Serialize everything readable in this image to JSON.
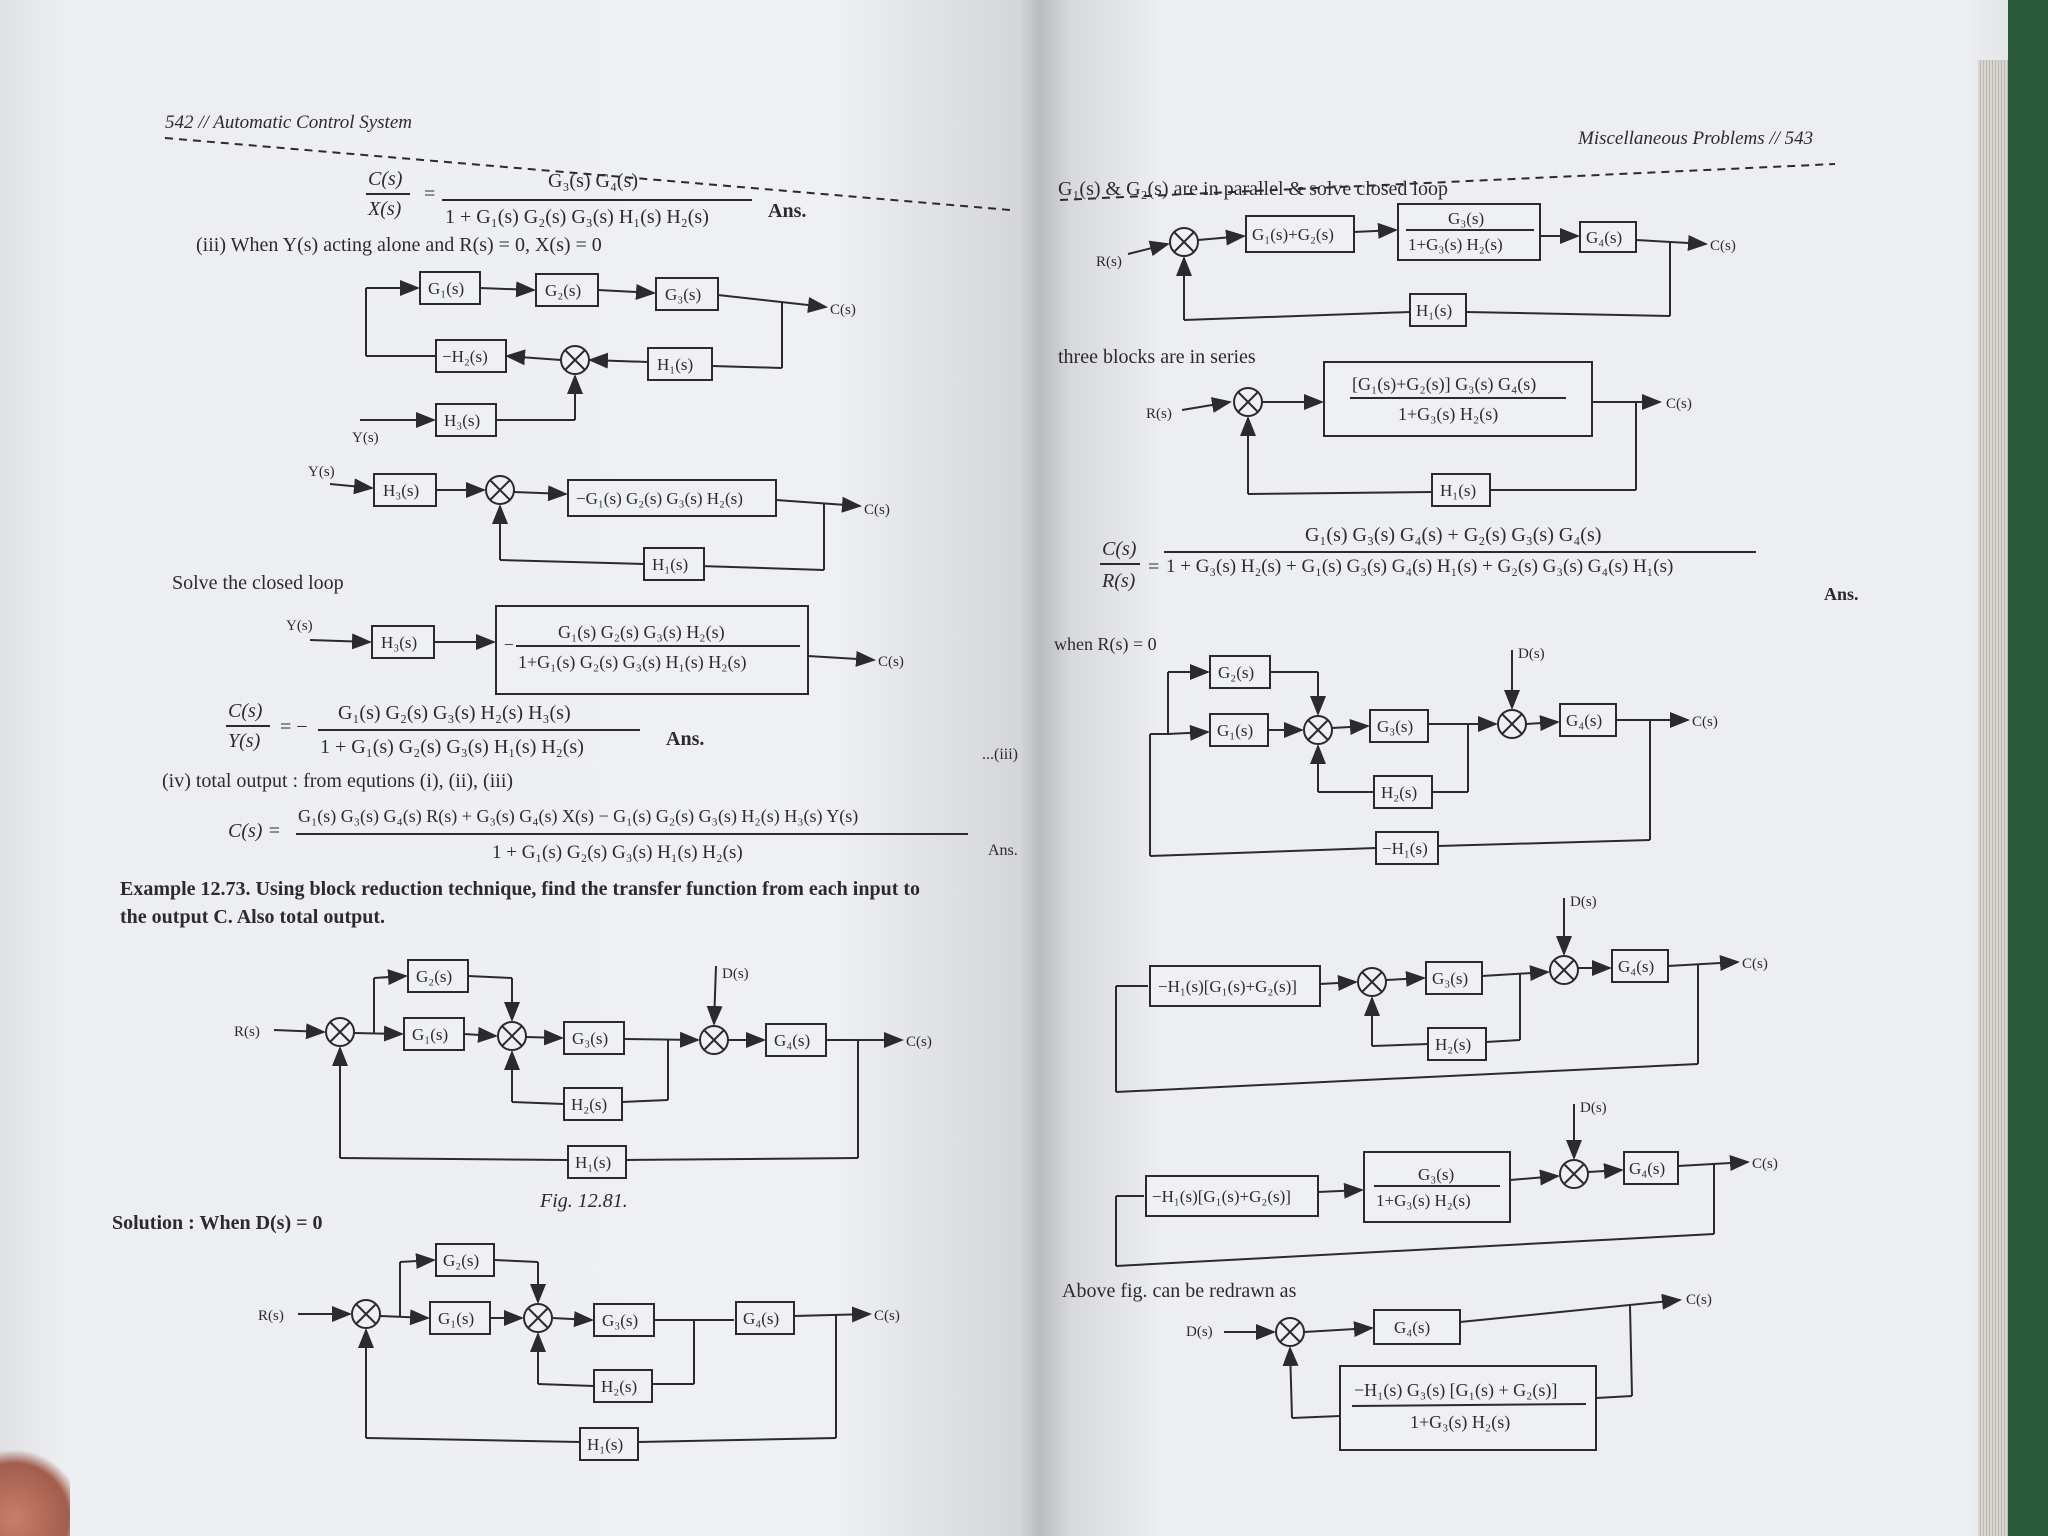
{
  "left_page": {
    "header": "542 // Automatic Control System",
    "eq1": {
      "lhs_num": "C(s)",
      "lhs_den": "X(s)",
      "num": "G₃(s) G₄(s)",
      "den": "1 + G₁(s) G₂(s) G₃(s) H₁(s) H₂(s)",
      "ans": "Ans."
    },
    "case3": "(iii) When Y(s) acting alone and R(s) = 0, X(s) = 0",
    "d1": {
      "g1": "G₁(s)",
      "g2": "G₂(s)",
      "g3": "G₃(s)",
      "c": "C(s)",
      "mh2": "−H₂(s)",
      "h1": "H₁(s)",
      "h3": "H₃(s)",
      "y": "Y(s)"
    },
    "d2": {
      "y": "Y(s)",
      "h3": "H₃(s)",
      "fwd": "−G₁(s) G₂(s) G₃(s) H₂(s)",
      "c": "C(s)",
      "h1": "H₁(s)"
    },
    "solve": "Solve the closed loop",
    "d3": {
      "y": "Y(s)",
      "h3": "H₃(s)",
      "num": "G₁(s) G₂(s) G₃(s) H₂(s)",
      "den": "1+G₁(s) G₂(s) G₃(s) H₁(s) H₂(s)",
      "c": "C(s)"
    },
    "eq2": {
      "lhs_num": "C(s)",
      "lhs_den": "Y(s)",
      "num": "G₁(s) G₂(s) G₃(s) H₂(s) H₃(s)",
      "den": "1 + G₁(s) G₂(s) G₃(s) H₁(s) H₂(s)",
      "ans": "Ans.",
      "tag": "...(iii)"
    },
    "case4": "(iv) total output : from equtions (i), (ii), (iii)",
    "eq3": {
      "lhs": "C(s) =",
      "num": "G₁(s) G₃(s) G₄(s) R(s) + G₃(s) G₄(s) X(s) − G₁(s) G₂(s) G₃(s) H₂(s) H₃(s) Y(s)",
      "den": "1 + G₁(s) G₂(s) G₃(s) H₁(s) H₂(s)",
      "ans": "Ans."
    },
    "example": "Example 12.73. Using block reduction technique, find the transfer function from each input to",
    "example2": "the output C. Also total output.",
    "d4": {
      "r": "R(s)",
      "g2": "G₂(s)",
      "g1": "G₁(s)",
      "g3": "G₃(s)",
      "d": "D(s)",
      "g4": "G₄(s)",
      "c": "C(s)",
      "h2": "H₂(s)",
      "h1": "H₁(s)"
    },
    "fig": "Fig. 12.81.",
    "solution": "Solution : When D(s) = 0",
    "d5": {
      "r": "R(s)",
      "g2": "G₂(s)",
      "g1": "G₁(s)",
      "g3": "G₃(s)",
      "g4": "G₄(s)",
      "c": "C(s)",
      "h2": "H₂(s)",
      "h1": "H₁(s)"
    }
  },
  "right_page": {
    "header": "Miscellaneous Problems // 543",
    "para1": "G₁(s) & G₂(s) are in parallel & solve closed loop",
    "d6": {
      "r": "R(s)",
      "par": "G₁(s)+G₂(s)",
      "num": "G₃(s)",
      "den": "1+G₃(s) H₂(s)",
      "g4": "G₄(s)",
      "c": "C(s)",
      "h1": "H₁(s)"
    },
    "para2": "three blocks are in series",
    "d7": {
      "r": "R(s)",
      "num": "[G₁(s)+G₂(s)] G₃(s) G₄(s)",
      "den": "1+G₃(s) H₂(s)",
      "c": "C(s)",
      "h1": "H₁(s)"
    },
    "eq4": {
      "lhs_num": "C(s)",
      "lhs_den": "R(s)",
      "num": "G₁(s) G₃(s) G₄(s) + G₂(s) G₃(s) G₄(s)",
      "den": "1 + G₃(s) H₂(s) + G₁(s) G₃(s) G₄(s) H₁(s) + G₂(s) G₃(s) G₄(s) H₁(s)",
      "ans": "Ans."
    },
    "when": "when R(s) = 0",
    "d8": {
      "g2": "G₂(s)",
      "g1": "G₁(s)",
      "g3": "G₃(s)",
      "d": "D(s)",
      "g4": "G₄(s)",
      "c": "C(s)",
      "h2": "H₂(s)",
      "mh1": "−H₁(s)"
    },
    "d9": {
      "blk": "−H₁(s)[G₁(s)+G₂(s)]",
      "g3": "G₃(s)",
      "d": "D(s)",
      "g4": "G₄(s)",
      "c": "C(s)",
      "h2": "H₂(s)"
    },
    "d10": {
      "blk": "−H₁(s)[G₁(s)+G₂(s)]",
      "num": "G₃(s)",
      "den": "1+G₃(s) H₂(s)",
      "d": "D(s)",
      "g4": "G₄(s)",
      "c": "C(s)"
    },
    "para3": "Above fig. can be redrawn as",
    "d11": {
      "d": "D(s)",
      "g4": "G₄(s)",
      "c": "C(s)",
      "num": "−H₁(s) G₃(s) [G₁(s) + G₂(s)]",
      "den": "1+G₃(s) H₂(s)"
    }
  }
}
